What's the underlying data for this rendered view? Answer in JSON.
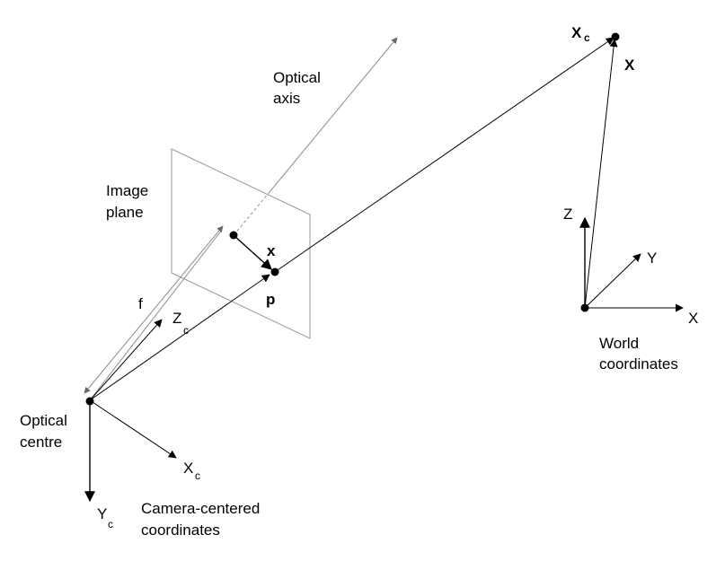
{
  "diagram": {
    "colors": {
      "stroke": "#000000",
      "light_stroke": "#8c8c8c",
      "plane": "#9a9a9a",
      "background": "#ffffff"
    },
    "optical_axis_label": [
      "Optical",
      "axis"
    ],
    "image_plane_label": [
      "Image",
      "plane"
    ],
    "optical_centre_label": [
      "Optical",
      "centre"
    ],
    "camera_coords_label": [
      "Camera-centered",
      "coordinates"
    ],
    "world_coords_label": [
      "World",
      "coordinates"
    ],
    "focal_label": "f",
    "point_p_label": "p",
    "point_x_label": "x",
    "world_point_label": "X",
    "world_point_cam_label": "X",
    "world_point_cam_sub": "c",
    "cam_z_label": "Z",
    "cam_z_sub": "c",
    "cam_x_label": "X",
    "cam_x_sub": "c",
    "cam_y_label": "Y",
    "cam_y_sub": "c",
    "world_z_label": "Z",
    "world_y_label": "Y",
    "world_x_label": "X"
  }
}
